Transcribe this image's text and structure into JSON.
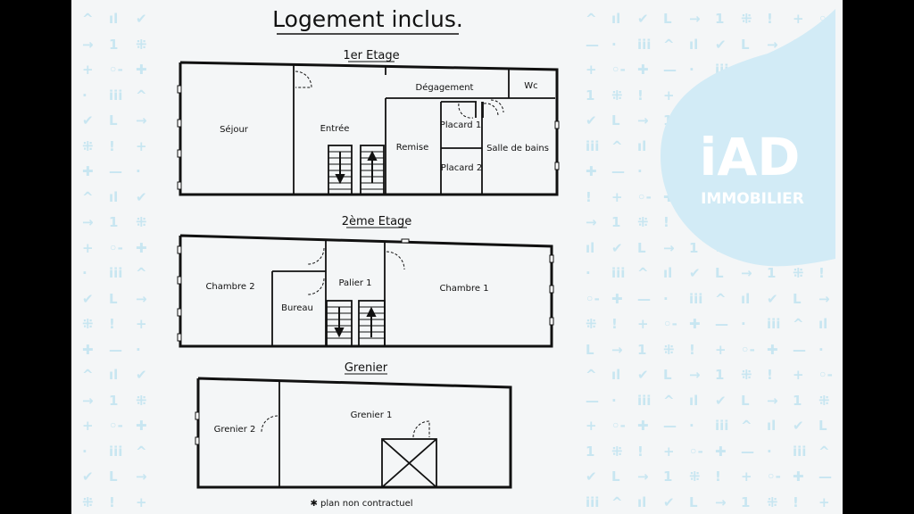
{
  "title": "Logement inclus.",
  "brand": {
    "logo_text": "iAD",
    "sub_text": "IMMOBILIER",
    "color": "#d2ebf6"
  },
  "floors": [
    {
      "label": "1er Etage",
      "rooms": [
        "Séjour",
        "Entrée",
        "Remise",
        "Dégagement",
        "Wc",
        "Placard 1",
        "Placard 2",
        "Salle de bains"
      ]
    },
    {
      "label": "2ème Etage",
      "rooms": [
        "Chambre 2",
        "Bureau",
        "Palier 1",
        "Chambre 1"
      ]
    },
    {
      "label": "Grenier",
      "rooms": [
        "Grenier 2",
        "Grenier 1"
      ]
    }
  ],
  "note": "✱ plan non contractuel",
  "pattern_glyphs": [
    "^",
    "ıl",
    "✔",
    "L",
    "→",
    "1",
    "⁜",
    "!",
    "+",
    "◦-",
    "✚",
    "—",
    "·",
    "iii"
  ]
}
